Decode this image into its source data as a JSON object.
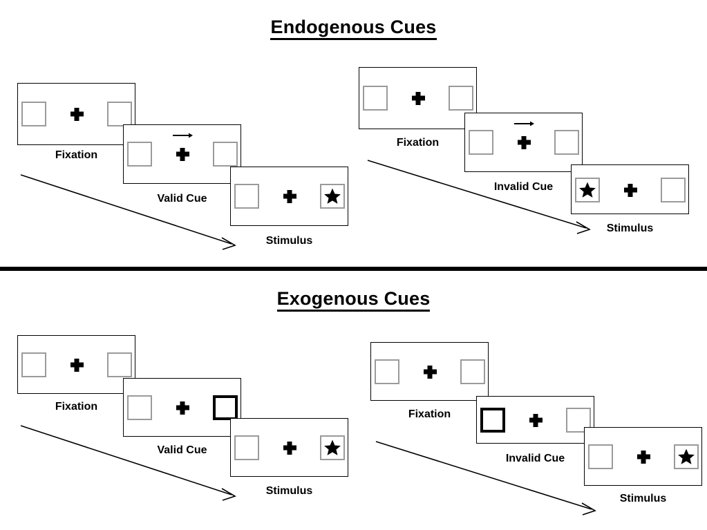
{
  "figure": {
    "type": "diagram",
    "subject": "Posner cueing paradigm trial sequences"
  },
  "sections": [
    {
      "id": "endogenous",
      "title": "Endogenous Cues",
      "conditions": [
        {
          "id": "endogenous-valid",
          "cue_validity": "valid",
          "frames": [
            {
              "label": "Fixation",
              "left_box": {
                "cued": false,
                "star": false
              },
              "right_box": {
                "cued": false,
                "star": false
              },
              "arrow_cue": null
            },
            {
              "label": "Valid Cue",
              "left_box": {
                "cued": false,
                "star": false
              },
              "right_box": {
                "cued": false,
                "star": false
              },
              "arrow_cue": "right-arrow-icon"
            },
            {
              "label": "Stimulus",
              "left_box": {
                "cued": false,
                "star": false
              },
              "right_box": {
                "cued": false,
                "star": true
              },
              "arrow_cue": null
            }
          ]
        },
        {
          "id": "endogenous-invalid",
          "cue_validity": "invalid",
          "frames": [
            {
              "label": "Fixation",
              "left_box": {
                "cued": false,
                "star": false
              },
              "right_box": {
                "cued": false,
                "star": false
              },
              "arrow_cue": null
            },
            {
              "label": "Invalid Cue",
              "left_box": {
                "cued": false,
                "star": false
              },
              "right_box": {
                "cued": false,
                "star": false
              },
              "arrow_cue": "right-arrow-icon"
            },
            {
              "label": "Stimulus",
              "left_box": {
                "cued": false,
                "star": true
              },
              "right_box": {
                "cued": false,
                "star": false
              },
              "arrow_cue": null
            }
          ]
        }
      ]
    },
    {
      "id": "exogenous",
      "title": "Exogenous Cues",
      "conditions": [
        {
          "id": "exogenous-valid",
          "cue_validity": "valid",
          "frames": [
            {
              "label": "Fixation",
              "left_box": {
                "cued": false,
                "star": false
              },
              "right_box": {
                "cued": false,
                "star": false
              },
              "arrow_cue": null
            },
            {
              "label": "Valid Cue",
              "left_box": {
                "cued": false,
                "star": false
              },
              "right_box": {
                "cued": true,
                "star": false
              },
              "arrow_cue": null
            },
            {
              "label": "Stimulus",
              "left_box": {
                "cued": false,
                "star": false
              },
              "right_box": {
                "cued": false,
                "star": true
              },
              "arrow_cue": null
            }
          ]
        },
        {
          "id": "exogenous-invalid",
          "cue_validity": "invalid",
          "frames": [
            {
              "label": "Fixation",
              "left_box": {
                "cued": false,
                "star": false
              },
              "right_box": {
                "cued": false,
                "star": false
              },
              "arrow_cue": null
            },
            {
              "label": "Invalid Cue",
              "left_box": {
                "cued": true,
                "star": false
              },
              "right_box": {
                "cued": false,
                "star": false
              },
              "arrow_cue": null
            },
            {
              "label": "Stimulus",
              "left_box": {
                "cued": false,
                "star": false
              },
              "right_box": {
                "cued": false,
                "star": true
              },
              "arrow_cue": null
            }
          ]
        }
      ]
    }
  ],
  "labels": {
    "fixation": "Fixation",
    "valid_cue": "Valid Cue",
    "invalid_cue": "Invalid Cue",
    "stimulus": "Stimulus"
  },
  "colors": {
    "ink": "#000000",
    "panel_border": "#000000",
    "box_border": "#9a9a9a",
    "cued_box_border": "#000000",
    "background": "#ffffff"
  }
}
